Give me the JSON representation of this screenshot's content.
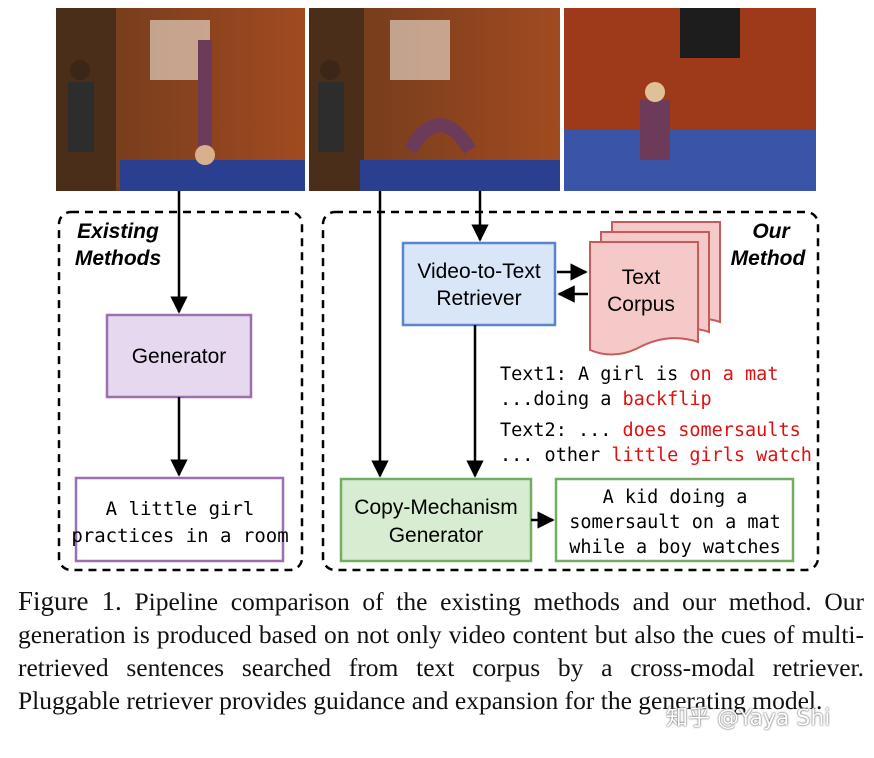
{
  "frames": [
    {
      "alt": "video frame 1"
    },
    {
      "alt": "video frame 2"
    },
    {
      "alt": "video frame 3"
    }
  ],
  "existing": {
    "title_line1": "Existing",
    "title_line2": "Methods",
    "generator": "Generator",
    "output_line1": "A little girl",
    "output_line2": "practices in a room"
  },
  "ours": {
    "title_line1": "Our",
    "title_line2": "Method",
    "retriever_line1": "Video-to-Text",
    "retriever_line2": "Retriever",
    "corpus_line1": "Text",
    "corpus_line2": "Corpus",
    "text1_prefix": "Text1: A girl is ",
    "text1_red": "on a mat",
    "text1b_prefix": "...doing a ",
    "text1b_red": "backflip",
    "text2_prefix": "Text2: ... ",
    "text2_red": "does somersaults",
    "text2b_prefix": "... other ",
    "text2b_red": "little girls watch",
    "copy_line1": "Copy-Mechanism",
    "copy_line2": "Generator",
    "output_line1": "A kid doing a",
    "output_line2": "somersault on a mat",
    "output_line3": "while a boy watches"
  },
  "caption": {
    "label": "Figure 1.",
    "text": " Pipeline comparison of the existing methods and our method. Our generation is produced based on not only video content but also the cues of multi-retrieved sentences searched from text corpus by a cross-modal retriever. Pluggable retriever provides guidance and expansion for the generating model."
  },
  "watermark": "知乎 @Yaya Shi",
  "colors": {
    "generator_fill": "#e6d8ee",
    "generator_stroke": "#9b6fb0",
    "retriever_fill": "#d8e6f8",
    "retriever_stroke": "#5b86c5",
    "corpus_fill": "#f6c9c9",
    "corpus_stroke": "#c85a5a",
    "copy_fill": "#d8ecd2",
    "copy_stroke": "#72ad62",
    "highlight": "#e01010"
  }
}
